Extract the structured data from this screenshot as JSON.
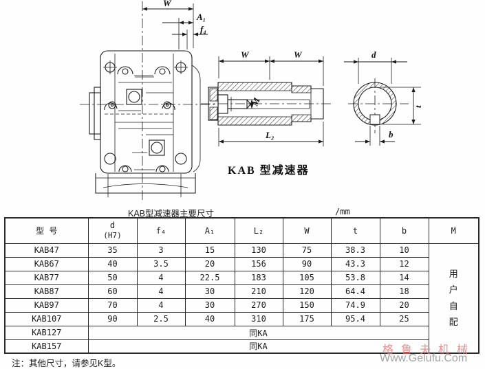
{
  "drawing": {
    "caption": "KAB 型减速器",
    "front_view": {
      "dim_w": "W",
      "dim_a1": "A₁",
      "dim_f4": "f₄"
    },
    "shaft_view": {
      "dim_w1": "W",
      "dim_w2": "W",
      "dim_l2": "L₂",
      "dim_m": "M"
    },
    "bore_view": {
      "dim_d": "d",
      "dim_t": "t",
      "dim_b": "b"
    }
  },
  "table": {
    "title": "KAB型减速器主要尺寸",
    "unit": "/mm",
    "headers": {
      "model": "型 号",
      "d_line1": "d",
      "d_line2": "(H7)",
      "f4": "f₄",
      "a1": "A₁",
      "l2": "L₂",
      "w": "W",
      "t": "t",
      "b": "b",
      "m": "M"
    },
    "rows": [
      {
        "model": "KAB47",
        "d": "35",
        "f4": "3",
        "a1": "15",
        "l2": "130",
        "w": "75",
        "t": "38.3",
        "b": "10"
      },
      {
        "model": "KAB67",
        "d": "40",
        "f4": "3.5",
        "a1": "20",
        "l2": "156",
        "w": "90",
        "t": "43.3",
        "b": "12"
      },
      {
        "model": "KAB77",
        "d": "50",
        "f4": "4",
        "a1": "22.5",
        "l2": "183",
        "w": "105",
        "t": "53.8",
        "b": "14"
      },
      {
        "model": "KAB87",
        "d": "60",
        "f4": "4",
        "a1": "30",
        "l2": "210",
        "w": "120",
        "t": "64.4",
        "b": "18"
      },
      {
        "model": "KAB97",
        "d": "70",
        "f4": "4",
        "a1": "30",
        "l2": "270",
        "w": "150",
        "t": "74.9",
        "b": "20"
      },
      {
        "model": "KAB107",
        "d": "90",
        "f4": "2.5",
        "a1": "40",
        "l2": "310",
        "w": "175",
        "t": "95.4",
        "b": "25"
      }
    ],
    "merged_rows": [
      {
        "model": "KAB127",
        "value": "同KA"
      },
      {
        "model": "KAB157",
        "value": "同KA"
      }
    ],
    "m_column_value": "用户自配"
  },
  "note": "注：其他尺寸，请参见K型。",
  "watermark": {
    "brand": "格鲁夫机械",
    "site": "Www.Gelufu.Com",
    "brand_color": "#e57373",
    "site_color": "#a3a3a3"
  }
}
